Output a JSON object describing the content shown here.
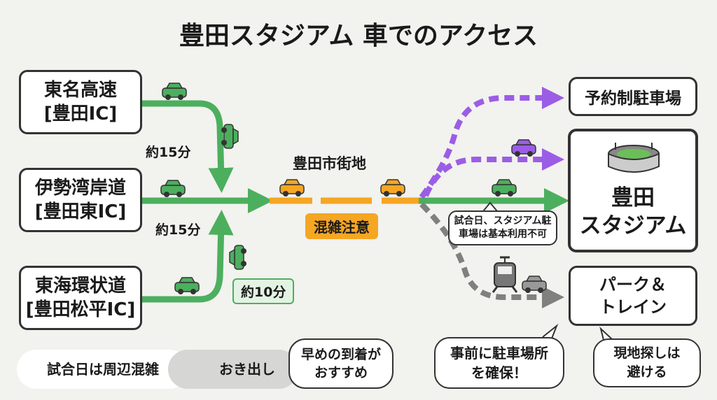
{
  "title": "豊田スタジアム 車でのアクセス",
  "origins": [
    {
      "name": "東名高速",
      "ic": "[豊田IC]"
    },
    {
      "name": "伊勢湾岸道",
      "ic": "[豊田東IC]"
    },
    {
      "name": "東海環状道",
      "ic": "[豊田松平IC]"
    }
  ],
  "times": [
    "約15分",
    "約15分",
    "約10分"
  ],
  "city": {
    "label": "豊田市街地",
    "warning": "混雑注意"
  },
  "destinations": {
    "reserved": "予約制駐車場",
    "stadium_line1": "豊田",
    "stadium_line2": "スタジアム",
    "park_line1": "パーク＆",
    "park_line2": "トレイン"
  },
  "notice": {
    "line1": "試合日、スタジアム駐",
    "line2": "車場は基本利用不可"
  },
  "tips": {
    "reserve_line1": "事前に駐車場所",
    "reserve_line2": "を確保！",
    "avoid_line1": "現地探しは",
    "avoid_line2": "避ける"
  },
  "bottom": {
    "congestion": "試合日は周辺混雑",
    "early": "おき出し",
    "arrive_line1": "早めの到着が",
    "arrive_line2": "おすすめ"
  },
  "colors": {
    "green": "#4caf5e",
    "orange": "#f5a623",
    "purple": "#9b5de5",
    "gray": "#808080"
  }
}
